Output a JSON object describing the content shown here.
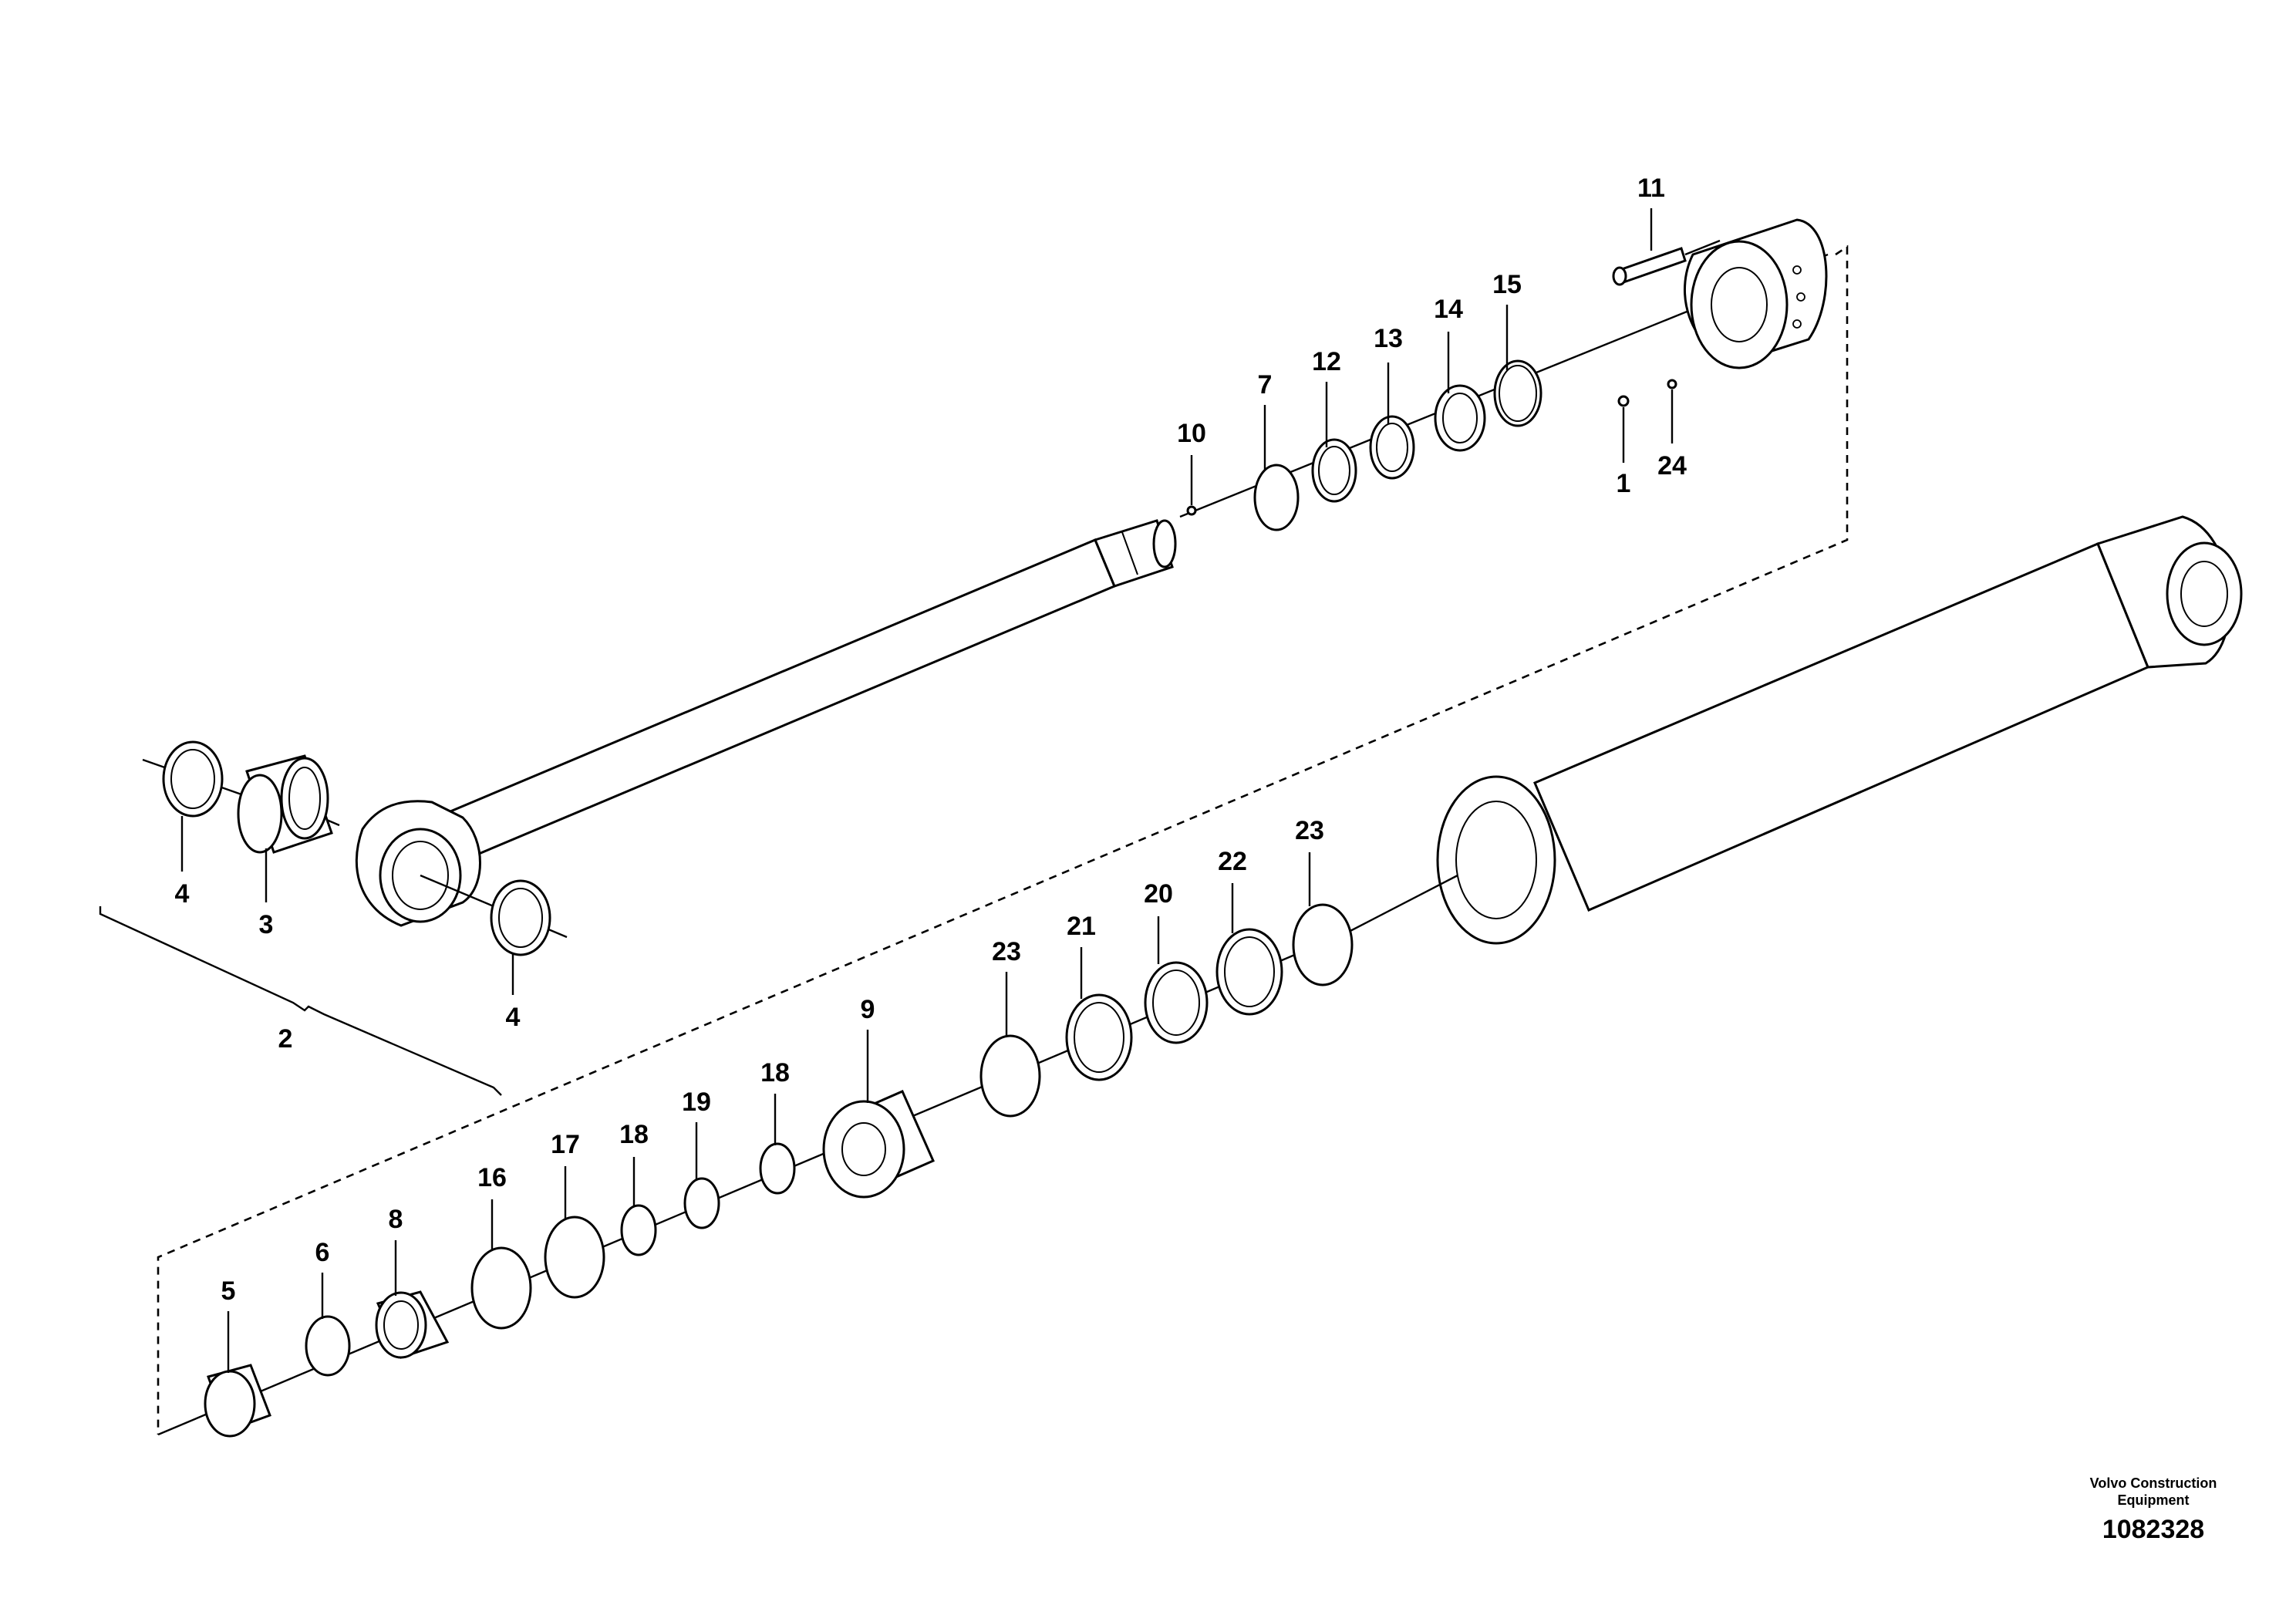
{
  "callouts": {
    "c1": "1",
    "c2": "2",
    "c3": "3",
    "c4a": "4",
    "c4b": "4",
    "c5": "5",
    "c6": "6",
    "c7": "7",
    "c8": "8",
    "c9": "9",
    "c10": "10",
    "c11": "11",
    "c12": "12",
    "c13": "13",
    "c14": "14",
    "c15": "15",
    "c16": "16",
    "c17": "17",
    "c18a": "18",
    "c18b": "18",
    "c19": "19",
    "c20": "20",
    "c21": "21",
    "c22": "22",
    "c23a": "23",
    "c23b": "23",
    "c24": "24"
  },
  "credit": {
    "org_line1": "Volvo Construction",
    "org_line2": "Equipment",
    "drawing_number": "1082328"
  }
}
